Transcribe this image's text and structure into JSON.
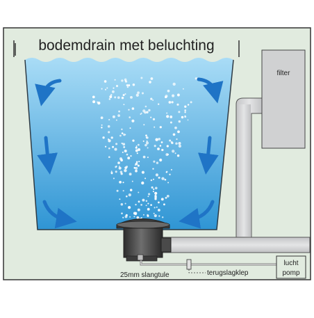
{
  "diagram": {
    "title": "bodemdrain met beluchting",
    "labels": {
      "filter": "filter",
      "air_pump_line1": "lucht",
      "air_pump_line2": "pomp",
      "hose_nozzle": "25mm slangtule",
      "check_valve": "terugslagklep"
    }
  },
  "colors": {
    "background": "#e1ebdf",
    "frame": "#333333",
    "water_top": "#a9dcf6",
    "water_bottom": "#2f95d4",
    "arrow": "#1f74c6",
    "pipe": "#d2d3d4",
    "pipe_edge": "#555555",
    "filter_box": "#d0d1d2",
    "drain_body": "#4a4a4a",
    "bubble": "#ffffff"
  }
}
